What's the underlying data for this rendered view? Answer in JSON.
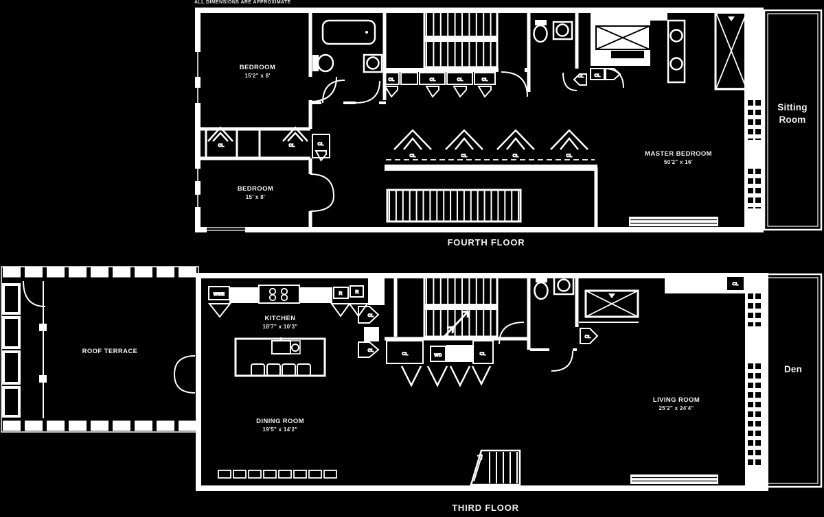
{
  "disclaimer": "ALL DIMENSIONS ARE APPROXIMATE",
  "colors": {
    "background": "#000000",
    "line": "#ffffff"
  },
  "labels": {
    "closet": "CL",
    "washer_dryer": "WD",
    "refrigerator": "R",
    "wine": "WINE"
  },
  "fourth_floor": {
    "title": "FOURTH FLOOR",
    "bedroom_top": {
      "name": "BEDROOM",
      "dims": "15'2\" x 8'"
    },
    "bedroom_bottom": {
      "name": "BEDROOM",
      "dims": "15' x 8'"
    },
    "master_bedroom": {
      "name": "MASTER BEDROOM",
      "dims": "50'2\" x 16'"
    },
    "sitting_room": {
      "name": "Sitting Room"
    }
  },
  "third_floor": {
    "title": "THIRD FLOOR",
    "roof_terrace": {
      "name": "ROOF TERRACE"
    },
    "kitchen": {
      "name": "KITCHEN",
      "dims": "18'7\" x 10'3\""
    },
    "dining_room": {
      "name": "DINING ROOM",
      "dims": "19'5\" x 14'2\""
    },
    "living_room": {
      "name": "LIVING ROOM",
      "dims": "25'2\" x 24'4\""
    },
    "den": {
      "name": "Den"
    }
  }
}
